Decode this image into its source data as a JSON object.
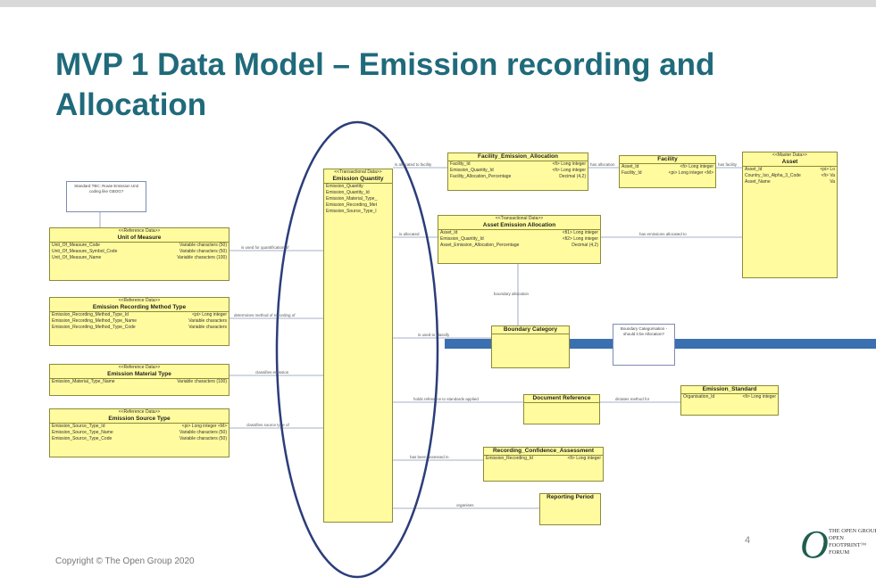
{
  "slide": {
    "title_line1": "MVP 1 Data Model – Emission recording and",
    "title_line2": "Allocation",
    "page_number": "4",
    "copyright": "Copyright © The Open Group 2020",
    "logo": {
      "line1": "THE OPEN GROUP",
      "line2": "OPEN",
      "line3": "FOOTPRINT™",
      "line4": "FORUM"
    }
  },
  "entities": {
    "emission_quantity": {
      "stereotype": "<<Transactional Data>>",
      "name": "Emission Quantity",
      "attrs": [
        "Emission_Quantity",
        "Emission_Quantity_Id",
        "Emission_Material_Type_",
        "Emission_Recording_Met",
        "Emission_Source_Type_I"
      ]
    },
    "unit_of_measure": {
      "stereotype": "<<Reference Data>>",
      "name": "Unit of Measure",
      "attrs": [
        [
          "Unit_Of_Measure_Code",
          "Variable characters (50)"
        ],
        [
          "Unit_Of_Measure_Symbol_Code",
          "Variable characters (50)"
        ],
        [
          "Unit_Of_Measure_Name",
          "Variable characters (100)"
        ]
      ]
    },
    "recording_method": {
      "stereotype": "<<Reference Data>>",
      "name": "Emission Recording Method Type",
      "attrs": [
        [
          "Emission_Recording_Method_Type_Id",
          "<pi> Long integer"
        ],
        [
          "Emission_Recording_Method_Type_Name",
          "Variable characters"
        ],
        [
          "Emission_Recording_Method_Type_Code",
          "Variable characters"
        ]
      ]
    },
    "material_type": {
      "stereotype": "<<Reference Data>>",
      "name": "Emission Material Type",
      "attrs": [
        [
          "Emission_Material_Type_Name",
          "Variable characters (100)"
        ]
      ]
    },
    "source_type": {
      "stereotype": "<<Reference Data>>",
      "name": "Emission Source Type",
      "attrs": [
        [
          "Emission_Source_Type_Id",
          "<pi> Long integer <M>"
        ],
        [
          "Emission_Source_Type_Name",
          "Variable characters (50)"
        ],
        [
          "Emission_Source_Type_Code",
          "Variable characters (50)"
        ]
      ]
    },
    "facility_emission_allocation": {
      "name": "Facility_Emission_Allocation",
      "attrs": [
        [
          "Facility_Id",
          "<fi> Long integer"
        ],
        [
          "Emission_Quantity_Id",
          "<fi> Long integer"
        ],
        [
          "Facility_Allocation_Percentage",
          "Decimal (4,2)"
        ]
      ]
    },
    "facility": {
      "name": "Facility",
      "attrs": [
        [
          "Asset_Id",
          "<fi> Long integer"
        ],
        [
          "Facility_Id",
          "<pi> Long integer <M>"
        ]
      ]
    },
    "asset": {
      "stereotype": "<<Master Data>>",
      "name": "Asset",
      "attrs": [
        [
          "Asset_Id",
          "<pi> Lo"
        ],
        [
          "Country_Iso_Alpha_3_Code",
          "<fi> Va"
        ],
        [
          "Asset_Name",
          "Va"
        ]
      ]
    },
    "asset_emission_allocation": {
      "stereotype": "<<Transactional Data>>",
      "name": "Asset Emission Allocation",
      "attrs": [
        [
          "Asset_Id",
          "<fi1> Long integer"
        ],
        [
          "Emission_Quantity_Id",
          "<fi2> Long integer"
        ],
        [
          "Asset_Emission_Allocation_Percentage",
          "Decimal (4,2)"
        ]
      ]
    },
    "boundary_category": {
      "name": "Boundary Category"
    },
    "document_reference": {
      "name": "Document Reference"
    },
    "emission_standard": {
      "name": "Emission_Standard",
      "attrs": [
        [
          "Organisation_Id",
          "<fi> Long integer"
        ]
      ]
    },
    "confidence_assessment": {
      "name": "Recording_Confidence_Assessment",
      "attrs": [
        [
          "Emission_Recording_Id",
          "<fi> Long integer"
        ]
      ]
    },
    "reporting_period": {
      "name": "Reporting Period"
    }
  },
  "notes": {
    "uom_note": "Standard TBC: Route Emission Unit coding like GBOG?",
    "boundary_note": "Boundary Categorisation - should it be Allocation?"
  },
  "relationships": {
    "is_used_for_quantification": "is used for quantification of",
    "determines_method": "determines method of recording of",
    "classifies_emission": "classifies emission",
    "classifies_source": "classifies source type of",
    "is_allocated_to_facility": "is allocated to facility",
    "is_allocated": "is allocated",
    "has_allocation": "has allocation",
    "has_emissions_allocated": "has emissions allocated to",
    "has_facility": "has facility",
    "boundary_allocation": "boundary allocation",
    "is_used_to_classify": "is used to classify",
    "holds_reference": "holds reference to standards applied",
    "dictates_method": "dictates method for",
    "has_been_assessed": "has been assessed in",
    "organises": "organises"
  },
  "colors": {
    "title": "#1f6a7b",
    "entity_fill": "#fffb9e",
    "ellipse": "#2b3d7a",
    "highlight_bar": "#3a6fb0"
  }
}
